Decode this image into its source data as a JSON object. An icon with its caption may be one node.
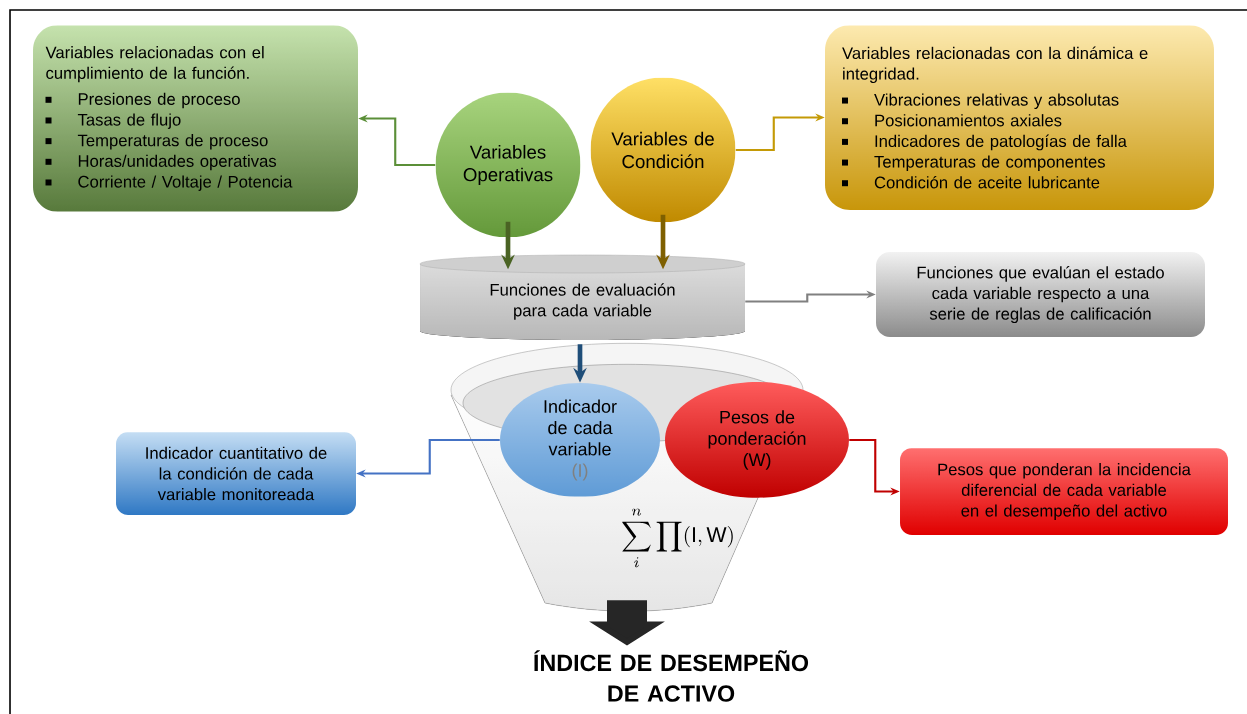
{
  "diagram": {
    "nodes": [
      {
        "text": [
          "Variables relacionadas con el cumplimiento de la función.",
          "Presiones de proceso",
          "Tasas de flujo",
          "Temperaturas de proceso",
          "Horas/unidades operativas",
          "Corriente / Voltaje / Potencia"
        ]
      },
      {
        "text": [
          "Variables Operativas"
        ]
      },
      {
        "text": [
          "Variables de Condición"
        ]
      },
      {
        "text": [
          "Variables relacionadas con la dinámica e integridad.",
          "Vibraciones relativas y absolutas",
          "Posicionamientos axiales",
          "Indicadores de patologías de falla",
          "Temperaturas de componentes",
          "Condición de aceite lubricante"
        ]
      },
      {
        "text": [
          "Funciones de evaluación para cada variable"
        ]
      },
      {
        "text": [
          "Funciones que evalúan el estado cada variable respecto a una serie de reglas de calificación"
        ]
      },
      {
        "text": [],
        "shape": "funnel"
      },
      {
        "text": [
          "Indicador de cada variable",
          "(I)"
        ],
        "in": 6
      },
      {
        "text": [
          "Pesos de ponderación (W)"
        ],
        "in": 6
      },
      {
        "text": [
          "Indicador cuantitativo de la condición de cada variable monitoreada"
        ]
      },
      {
        "text": [
          "Pesos que ponderan la incidencia diferencial de cada variable en el desempeño del activo"
        ]
      },
      {
        "text": [
          "ÍNDICE DE DESEMPEÑO DE ACTIVO"
        ]
      }
    ],
    "edges": [
      {
        "from": 1,
        "to": 0,
        "arrow": "to",
        "color": "#5b8f38"
      },
      {
        "from": 2,
        "to": 3,
        "arrow": "to",
        "color": "#c49a06"
      },
      {
        "from": 1,
        "to": 4,
        "arrow": "to",
        "style": "thick",
        "color": "#4a6324"
      },
      {
        "from": 2,
        "to": 4,
        "arrow": "to",
        "style": "thick",
        "color": "#7f6000"
      },
      {
        "from": 4,
        "to": 5,
        "arrow": "to",
        "color": "#808080"
      },
      {
        "from": 4,
        "to": 7,
        "arrow": "to",
        "style": "thick",
        "color": "#1f4e79"
      },
      {
        "from": 7,
        "to": 9,
        "arrow": "to",
        "color": "#4472c4"
      },
      {
        "from": 8,
        "to": 10,
        "arrow": "to",
        "color": "#c00000"
      },
      {
        "from": 6,
        "to": 11,
        "arrow": "to",
        "style": "thick",
        "color": "#262626"
      }
    ],
    "labels": [
      "\\sum_{i}^{n}\\prod(\\mathrm{I},\\mathrm{W})"
    ]
  }
}
